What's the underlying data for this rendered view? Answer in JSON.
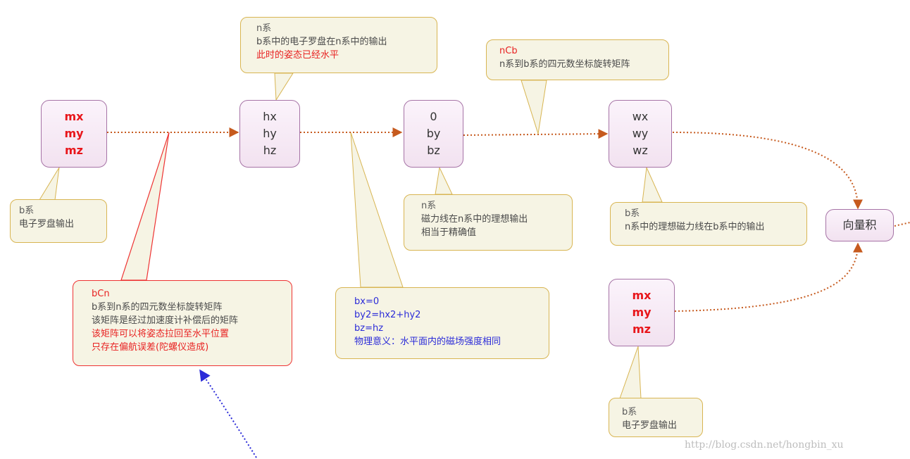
{
  "nodes": {
    "b_mag": [
      "mx",
      "my",
      "mz"
    ],
    "h": [
      "hx",
      "hy",
      "hz"
    ],
    "b_ref": [
      "0",
      "by",
      "bz"
    ],
    "w": [
      "wx",
      "wy",
      "wz"
    ],
    "cross_product": "向量积",
    "b_mag2": [
      "mx",
      "my",
      "mz"
    ]
  },
  "notes": {
    "b_mag_note": [
      "b系",
      "电子罗盘输出"
    ],
    "h_note": [
      "n系",
      "b系中的电子罗盘在n系中的输出",
      "此时的姿态已经水平"
    ],
    "ncb_note": [
      "nCb",
      "n系到b系的四元数坐标旋转矩阵"
    ],
    "bref_note": [
      "n系",
      "磁力线在n系中的理想输出",
      "相当于精确值"
    ],
    "w_note": [
      "b系",
      "n系中的理想磁力线在b系中的输出"
    ],
    "bcn_note": [
      "bCn",
      "b系到n系的四元数坐标旋转矩阵",
      "该矩阵是经过加速度计补偿后的矩阵",
      "该矩阵可以将姿态拉回至水平位置",
      "只存在偏航误差(陀螺仪造成)"
    ],
    "calc_note": [
      "bx=0",
      "by2=hx2+hy2",
      "bz=hz",
      "物理意义：水平面内的磁场强度相同"
    ],
    "b_mag2_note": [
      "b系",
      "电子罗盘输出"
    ]
  },
  "colors": {
    "arrow": "#c65a1e",
    "blue_arrow": "#2b2bd8",
    "note_border": "#d8b552",
    "node_border": "#a673a6",
    "red": "#e8161b"
  },
  "watermark": "http://blog.csdn.net/hongbin_xu"
}
